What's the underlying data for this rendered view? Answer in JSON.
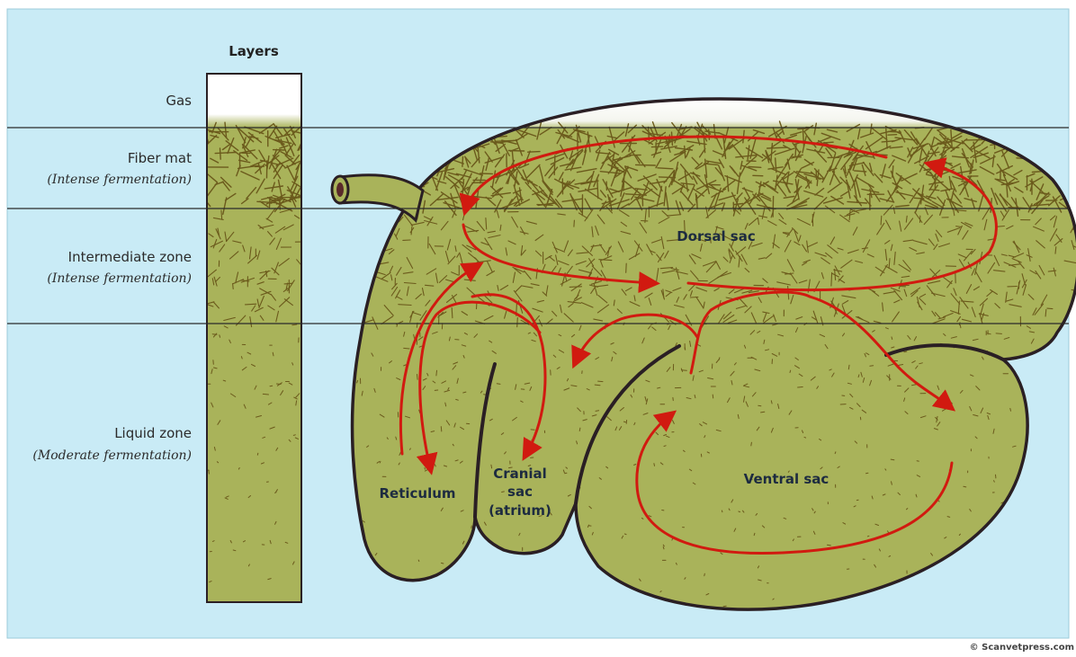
{
  "diagram": {
    "layers_title": "Layers",
    "layers": [
      {
        "name": "Gas",
        "note": ""
      },
      {
        "name": "Fiber mat",
        "note": "(Intense fermentation)"
      },
      {
        "name": "Intermediate zone",
        "note": "(Intense fermentation)"
      },
      {
        "name": "Liquid zone",
        "note": "(Moderate fermentation)"
      }
    ],
    "compartments": {
      "dorsal": "Dorsal sac",
      "ventral": "Ventral sac",
      "reticulum": "Reticulum",
      "cranial": [
        "Cranial",
        "sac",
        "(atrium)"
      ]
    },
    "credit": "© Scanvetpress.com"
  },
  "colors": {
    "background": "#c9ebf6",
    "fill": "#a9b35a",
    "fiber": "#6b5a1c",
    "outline": "#2a1f24",
    "arrow": "#d11a10",
    "gas": "#ffffff"
  }
}
